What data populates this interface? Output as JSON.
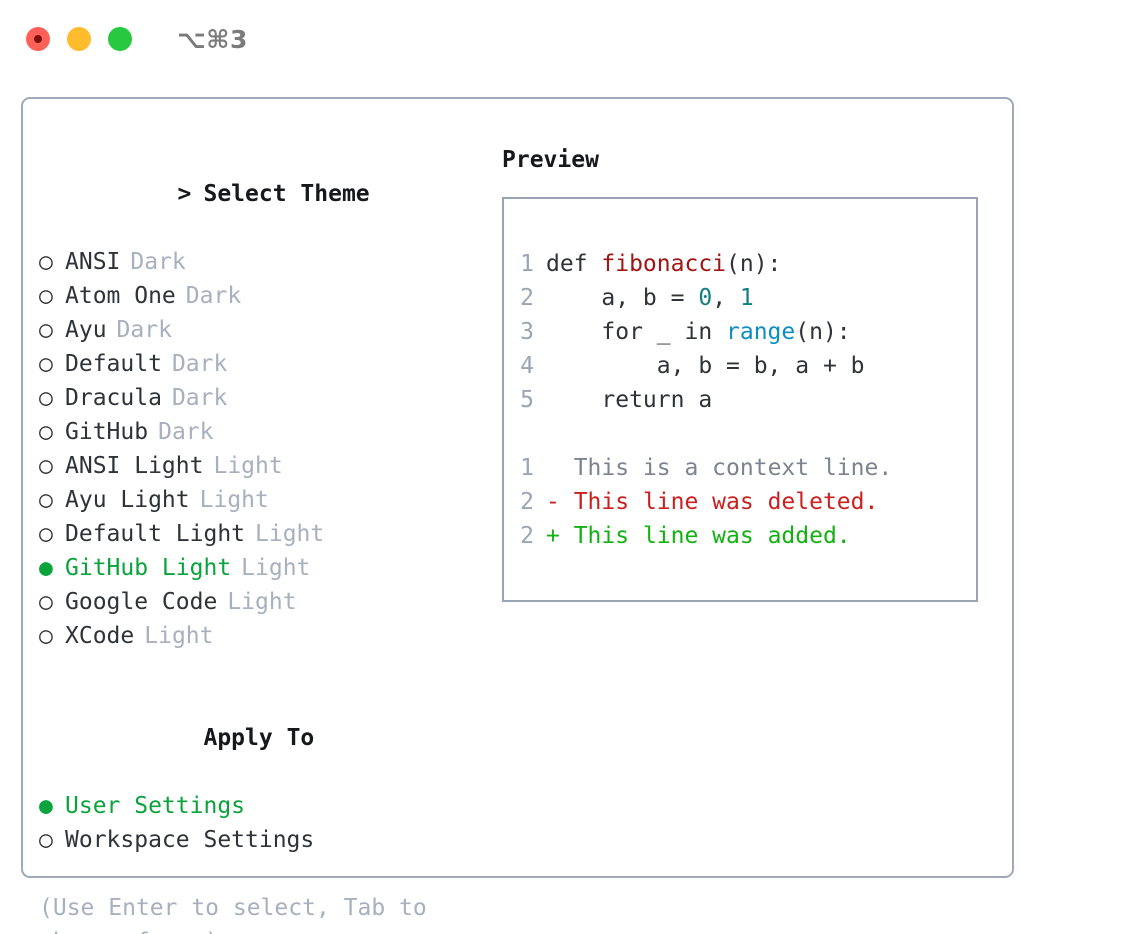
{
  "titlebar": {
    "shortcut": "⌥⌘3",
    "lights": [
      {
        "name": "close",
        "color": "#ff6058"
      },
      {
        "name": "minimize",
        "color": "#ffbd2e"
      },
      {
        "name": "maximize",
        "color": "#28c840"
      }
    ]
  },
  "theme_picker": {
    "focus_marker": ">",
    "title": "Select Theme",
    "bullet_selected": "●",
    "bullet_unselected": "○",
    "items": [
      {
        "label": "ANSI",
        "tag": "Dark",
        "selected": false
      },
      {
        "label": "Atom One",
        "tag": "Dark",
        "selected": false
      },
      {
        "label": "Ayu",
        "tag": "Dark",
        "selected": false
      },
      {
        "label": "Default",
        "tag": "Dark",
        "selected": false
      },
      {
        "label": "Dracula",
        "tag": "Dark",
        "selected": false
      },
      {
        "label": "GitHub",
        "tag": "Dark",
        "selected": false
      },
      {
        "label": "ANSI Light",
        "tag": "Light",
        "selected": false
      },
      {
        "label": "Ayu Light",
        "tag": "Light",
        "selected": false
      },
      {
        "label": "Default Light",
        "tag": "Light",
        "selected": false
      },
      {
        "label": "GitHub Light",
        "tag": "Light",
        "selected": true
      },
      {
        "label": "Google Code",
        "tag": "Light",
        "selected": false
      },
      {
        "label": "XCode",
        "tag": "Light",
        "selected": false
      }
    ]
  },
  "apply_to": {
    "title": "Apply To",
    "items": [
      {
        "label": "User Settings",
        "selected": true
      },
      {
        "label": "Workspace Settings",
        "selected": false
      }
    ]
  },
  "hint": "(Use Enter to select, Tab to change focus)",
  "preview": {
    "title": "Preview",
    "code_lines": [
      {
        "num": "1",
        "segments": [
          {
            "text": "def ",
            "type": "plain"
          },
          {
            "text": "fibonacci",
            "type": "fn"
          },
          {
            "text": "(n):",
            "type": "plain"
          }
        ]
      },
      {
        "num": "2",
        "segments": [
          {
            "text": "    a, b = ",
            "type": "plain"
          },
          {
            "text": "0",
            "type": "num"
          },
          {
            "text": ", ",
            "type": "plain"
          },
          {
            "text": "1",
            "type": "num"
          }
        ]
      },
      {
        "num": "3",
        "segments": [
          {
            "text": "    for _ in ",
            "type": "plain"
          },
          {
            "text": "range",
            "type": "call"
          },
          {
            "text": "(n):",
            "type": "plain"
          }
        ]
      },
      {
        "num": "4",
        "segments": [
          {
            "text": "        a, b = b, a + b",
            "type": "plain"
          }
        ]
      },
      {
        "num": "5",
        "segments": [
          {
            "text": "    return a",
            "type": "plain"
          }
        ]
      }
    ],
    "diff_lines": [
      {
        "num": "1",
        "sign": "  ",
        "text": "This is a context line.",
        "kind": "ctx"
      },
      {
        "num": "2",
        "sign": "- ",
        "text": "This line was deleted.",
        "kind": "del"
      },
      {
        "num": "2",
        "sign": "+ ",
        "text": "This line was added.",
        "kind": "add"
      }
    ]
  },
  "colors": {
    "accent_green": "#0aa33c",
    "panel_border": "#9fa9ba",
    "preview_border": "#9aa4b4",
    "muted": "#a8b0be",
    "fn_red": "#a31515",
    "num_teal": "#0f7f7f",
    "call_blue": "#0c8ec4",
    "diff_del": "#cc1f1f",
    "diff_add": "#11b211"
  }
}
